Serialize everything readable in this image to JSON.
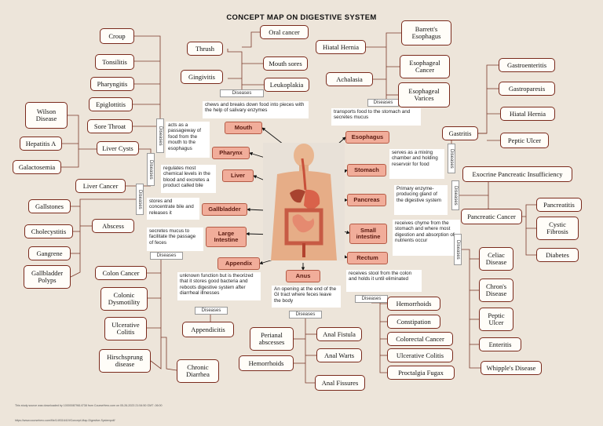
{
  "title": "CONCEPT MAP ON DIGESTIVE SYSTEM",
  "organs": [
    {
      "name": "Mouth"
    },
    {
      "name": "Pharynx"
    },
    {
      "name": "Liver"
    },
    {
      "name": "Gallbladder"
    },
    {
      "name": "Large\nIntestine"
    },
    {
      "name": "Appendix"
    },
    {
      "name": "Anus"
    },
    {
      "name": "Esophagus"
    },
    {
      "name": "Stomach"
    },
    {
      "name": "Pancreas"
    },
    {
      "name": "Small\nintestine"
    },
    {
      "name": "Rectum"
    }
  ],
  "descriptions": {
    "mouth": "chews and breaks down food into pieces with the help of salivary enzymes",
    "pharynx": "acts as a passageway of food from the mouth to the esophagus",
    "liver": "regulates most chemical levels in the blood and excretes a product called bile",
    "gallbladder": "stores and concentrate bile and releases it",
    "large_intestine": "secretes mucus to facilitate the passage of feces",
    "appendix": "unknown function but is theorized that it stores good bacteria and reboots digestive system after diarrheal illnesses",
    "anus": "An opening at the end of the GI tract where feces leave the body",
    "esophagus": "transports food to the stomach and secretes mucus",
    "stomach": "serves as a mixing chamber and holding reservoir for food",
    "pancreas": "Primary enzyme-producing gland of the digestive system",
    "small_intestine": "receives chyme from the stomach and where most digestion and absorption of nutrients occur",
    "rectum": "receives stool from the colon and holds it until eliminated"
  },
  "disease_tag": "Diseases",
  "diseases": {
    "mouth": [
      "Oral cancer",
      "Thrush",
      "Mouth sores",
      "Gingivitis",
      "Leukoplakia"
    ],
    "pharynx": [
      "Croup",
      "Tonsilitis",
      "Pharyngitis",
      "Epiglottitis",
      "Sore Throat"
    ],
    "liver": [
      "Wilson\nDisease",
      "Hepatitis A",
      "Liver Cysts",
      "Galactosemia",
      "Liver Cancer"
    ],
    "gallbladder": [
      "Gallstones",
      "Abscess",
      "Cholecystitis",
      "Gangrene",
      "Gallbladder\nPolyps"
    ],
    "large_intestine": [
      "Colon Cancer",
      "Colonic\nDysmotility",
      "Ulcerative\nColitis",
      "Hirschsprung\ndisease",
      "Chronic\nDiarrhea"
    ],
    "appendix": [
      "Appendicitis"
    ],
    "anus": [
      "Perianal\nabscesses",
      "Anal Fistula",
      "Hemorrhoids",
      "Anal Warts",
      "Anal Fissures"
    ],
    "esophagus": [
      "Barrett's\nEsophagus",
      "Hiatal Hernia",
      "Esophageal\nCancer",
      "Achalasia",
      "Esophageal\nVarices"
    ],
    "stomach": [
      "Gastritis",
      "Gastroenteritis",
      "Gastroparesis",
      "Hiatal Hernia",
      "Peptic Ulcer"
    ],
    "pancreas": [
      "Exocrine Pancreatic Insufficiency",
      "Pancreatic Cancer",
      "Pancreatitis",
      "Cystic\nFibrosis",
      "Diabetes"
    ],
    "small_intestine": [
      "Celiac\nDisease",
      "Chron's\nDisease",
      "Peptic\nUlcer",
      "Enteritis",
      "Whipple's Disease"
    ],
    "rectum": [
      "Hemorrhoids",
      "Constipation",
      "Colorectal Cancer",
      "Ulcerative Colitis",
      "Proctalgia Fugax"
    ]
  },
  "footer": [
    "This study source was downloaded by 100000879614738 from CourseHero.com on 05-26-2023 21:54:50 GMT -06:00",
    "https://www.coursehero.com/file/149316419/Concept-Map-Digestive-Systempdf/"
  ]
}
